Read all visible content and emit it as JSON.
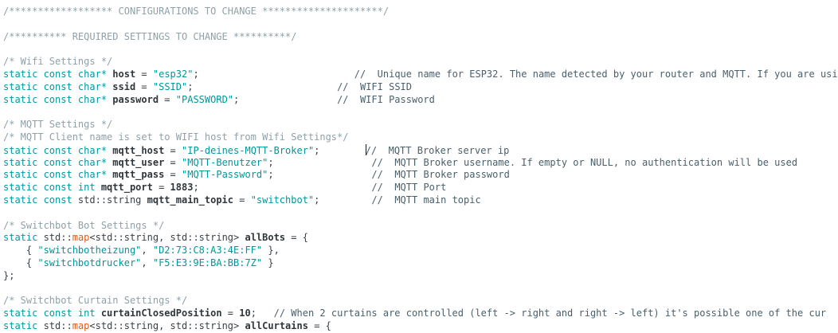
{
  "app": {
    "type": "code-editor",
    "language": "cpp",
    "background": "#ffffff"
  },
  "colors": {
    "background": "#ffffff",
    "comment_block": "#8fa1a9",
    "comment_line": "#49606c",
    "keyword": "#0099a0",
    "string": "#00979b",
    "function_call": "#e05a18",
    "identifier": "#30373c",
    "plain": "#394249",
    "caret": "#15191c"
  },
  "editor": {
    "cursor": {
      "present": true,
      "line_index": 11,
      "after_column": 63
    },
    "lines": [
      {
        "segments": [
          {
            "s": "cb",
            "t": "/****************** CONFIGURATIONS TO CHANGE *********************/"
          }
        ]
      },
      {
        "segments": []
      },
      {
        "segments": [
          {
            "s": "cb",
            "t": "/********** REQUIRED SETTINGS TO CHANGE **********/"
          }
        ]
      },
      {
        "segments": []
      },
      {
        "segments": [
          {
            "s": "cb",
            "t": "/* Wifi Settings */"
          }
        ]
      },
      {
        "segments": [
          {
            "s": "kw",
            "t": "static const char*"
          },
          {
            "s": "pl",
            "t": " "
          },
          {
            "s": "id",
            "t": "host"
          },
          {
            "s": "pl",
            "t": " = "
          },
          {
            "s": "str",
            "t": "\"esp32\""
          },
          {
            "s": "pl",
            "t": ";                           "
          },
          {
            "s": "cl",
            "t": "//  Unique name for ESP32. The name detected by your router and MQTT. If you are usi"
          }
        ]
      },
      {
        "segments": [
          {
            "s": "kw",
            "t": "static const char*"
          },
          {
            "s": "pl",
            "t": " "
          },
          {
            "s": "id",
            "t": "ssid"
          },
          {
            "s": "pl",
            "t": " = "
          },
          {
            "s": "str",
            "t": "\"SSID\""
          },
          {
            "s": "pl",
            "t": ";                         "
          },
          {
            "s": "cl",
            "t": "//  WIFI SSID"
          }
        ]
      },
      {
        "segments": [
          {
            "s": "kw",
            "t": "static const char*"
          },
          {
            "s": "pl",
            "t": " "
          },
          {
            "s": "id",
            "t": "password"
          },
          {
            "s": "pl",
            "t": " = "
          },
          {
            "s": "str",
            "t": "\"PASSWORD\""
          },
          {
            "s": "pl",
            "t": ";                 "
          },
          {
            "s": "cl",
            "t": "//  WIFI Password"
          }
        ]
      },
      {
        "segments": []
      },
      {
        "segments": [
          {
            "s": "cb",
            "t": "/* MQTT Settings */"
          }
        ]
      },
      {
        "segments": [
          {
            "s": "cb",
            "t": "/* MQTT Client name is set to WIFI host from Wifi Settings*/"
          }
        ]
      },
      {
        "segments": [
          {
            "s": "kw",
            "t": "static const char*"
          },
          {
            "s": "pl",
            "t": " "
          },
          {
            "s": "id",
            "t": "mqtt_host"
          },
          {
            "s": "pl",
            "t": " = "
          },
          {
            "s": "str",
            "t": "\"IP-deines-MQTT-Broker\""
          },
          {
            "s": "pl",
            "t": ";        "
          },
          {
            "s": "caret",
            "t": ""
          },
          {
            "s": "cl",
            "t": "//  MQTT Broker server ip"
          }
        ]
      },
      {
        "segments": [
          {
            "s": "kw",
            "t": "static const char*"
          },
          {
            "s": "pl",
            "t": " "
          },
          {
            "s": "id",
            "t": "mqtt_user"
          },
          {
            "s": "pl",
            "t": " = "
          },
          {
            "s": "str",
            "t": "\"MQTT-Benutzer\""
          },
          {
            "s": "pl",
            "t": ";                 "
          },
          {
            "s": "cl",
            "t": "//  MQTT Broker username. If empty or NULL, no authentication will be used"
          }
        ]
      },
      {
        "segments": [
          {
            "s": "kw",
            "t": "static const char*"
          },
          {
            "s": "pl",
            "t": " "
          },
          {
            "s": "id",
            "t": "mqtt_pass"
          },
          {
            "s": "pl",
            "t": " = "
          },
          {
            "s": "str",
            "t": "\"MQTT-Password\""
          },
          {
            "s": "pl",
            "t": ";                 "
          },
          {
            "s": "cl",
            "t": "//  MQTT Broker password"
          }
        ]
      },
      {
        "segments": [
          {
            "s": "kw",
            "t": "static const int"
          },
          {
            "s": "pl",
            "t": " "
          },
          {
            "s": "id",
            "t": "mqtt_port"
          },
          {
            "s": "pl",
            "t": " = "
          },
          {
            "s": "num",
            "t": "1883"
          },
          {
            "s": "pl",
            "t": ";                              "
          },
          {
            "s": "cl",
            "t": "//  MQTT Port"
          }
        ]
      },
      {
        "segments": [
          {
            "s": "kw",
            "t": "static const"
          },
          {
            "s": "pl",
            "t": " std::string "
          },
          {
            "s": "id",
            "t": "mqtt_main_topic"
          },
          {
            "s": "pl",
            "t": " = "
          },
          {
            "s": "str",
            "t": "\"switchbot\""
          },
          {
            "s": "pl",
            "t": ";         "
          },
          {
            "s": "cl",
            "t": "//  MQTT main topic"
          }
        ]
      },
      {
        "segments": []
      },
      {
        "segments": [
          {
            "s": "cb",
            "t": "/* Switchbot Bot Settings */"
          }
        ]
      },
      {
        "segments": [
          {
            "s": "kw",
            "t": "static"
          },
          {
            "s": "pl",
            "t": " std::"
          },
          {
            "s": "fn",
            "t": "map"
          },
          {
            "s": "pl",
            "t": "<std::string, std::string> "
          },
          {
            "s": "id",
            "t": "allBots"
          },
          {
            "s": "pl",
            "t": " = {"
          }
        ]
      },
      {
        "segments": [
          {
            "s": "pl",
            "t": "    { "
          },
          {
            "s": "str",
            "t": "\"switchbotheizung\""
          },
          {
            "s": "pl",
            "t": ", "
          },
          {
            "s": "str",
            "t": "\"D2:73:C8:A3:4E:FF\""
          },
          {
            "s": "pl",
            "t": " },"
          }
        ]
      },
      {
        "segments": [
          {
            "s": "pl",
            "t": "    { "
          },
          {
            "s": "str",
            "t": "\"switchbotdrucker\""
          },
          {
            "s": "pl",
            "t": ", "
          },
          {
            "s": "str",
            "t": "\"F5:E3:9E:BA:BB:7Z\""
          },
          {
            "s": "pl",
            "t": " }"
          }
        ]
      },
      {
        "segments": [
          {
            "s": "pl",
            "t": "};"
          }
        ]
      },
      {
        "segments": []
      },
      {
        "segments": [
          {
            "s": "cb",
            "t": "/* Switchbot Curtain Settings */"
          }
        ]
      },
      {
        "segments": [
          {
            "s": "kw",
            "t": "static const int"
          },
          {
            "s": "pl",
            "t": " "
          },
          {
            "s": "id",
            "t": "curtainClosedPosition"
          },
          {
            "s": "pl",
            "t": " = "
          },
          {
            "s": "num",
            "t": "10"
          },
          {
            "s": "pl",
            "t": ";   "
          },
          {
            "s": "cl",
            "t": "// When 2 curtains are controlled (left -> right and right -> left) it's possible one of the cur"
          }
        ]
      },
      {
        "segments": [
          {
            "s": "kw",
            "t": "static"
          },
          {
            "s": "pl",
            "t": " std::"
          },
          {
            "s": "fn",
            "t": "map"
          },
          {
            "s": "pl",
            "t": "<std::string, std::string> "
          },
          {
            "s": "id",
            "t": "allCurtains"
          },
          {
            "s": "pl",
            "t": " = {"
          }
        ]
      }
    ]
  }
}
